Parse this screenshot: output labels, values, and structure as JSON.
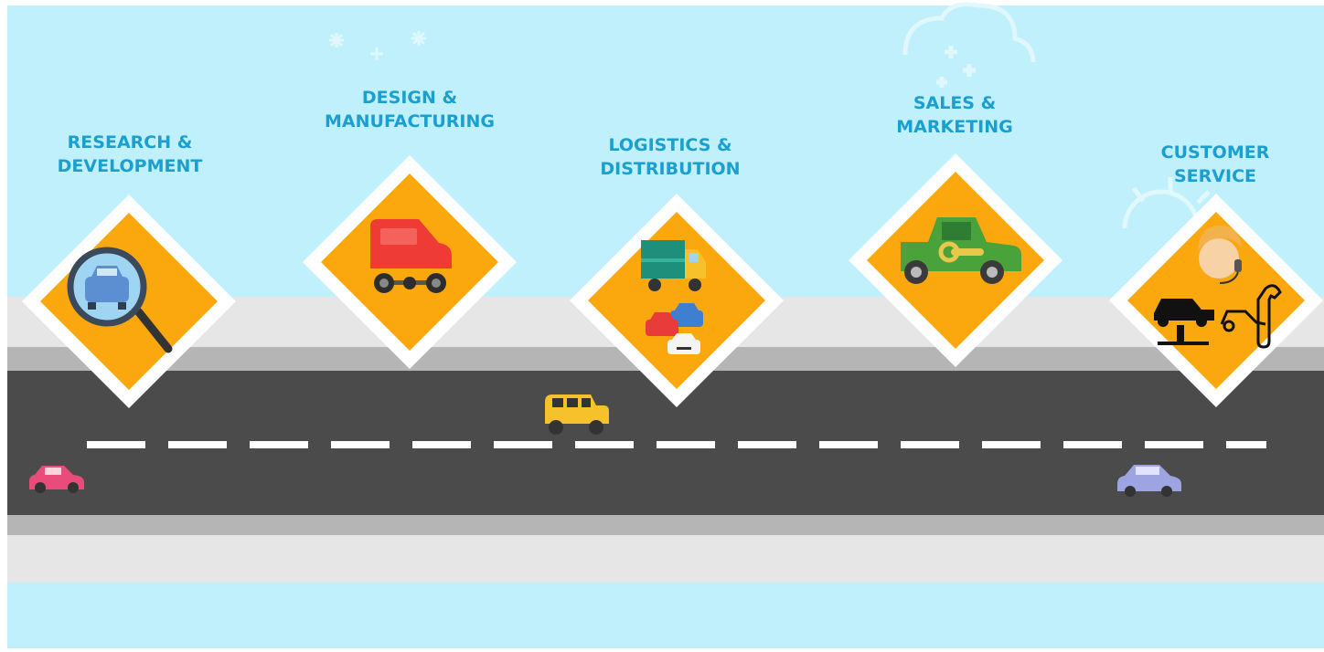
{
  "stages": [
    {
      "line1": "RESEARCH  &",
      "line2": "DEVELOPMENT",
      "icon": "magnifier-car-icon"
    },
    {
      "line1": "DESIGN  &",
      "line2": "MANUFACTURING",
      "icon": "car-body-icon"
    },
    {
      "line1": "LOGISTICS  &",
      "line2": "DISTRIBUTION",
      "icon": "truck-traffic-icon"
    },
    {
      "line1": "SALES  &",
      "line2": "MARKETING",
      "icon": "pickup-key-icon"
    },
    {
      "line1": "CUSTOMER",
      "line2": "SERVICE",
      "icon": "service-agent-icon"
    }
  ],
  "colors": {
    "sky": "#bff0fc",
    "sidewalk": "#e6e6e6",
    "curb": "#b5b5b5",
    "asphalt": "#4b4b4b",
    "sign_orange": "#fba80f",
    "sign_border": "#ffffff",
    "title": "#1a9fd0"
  }
}
